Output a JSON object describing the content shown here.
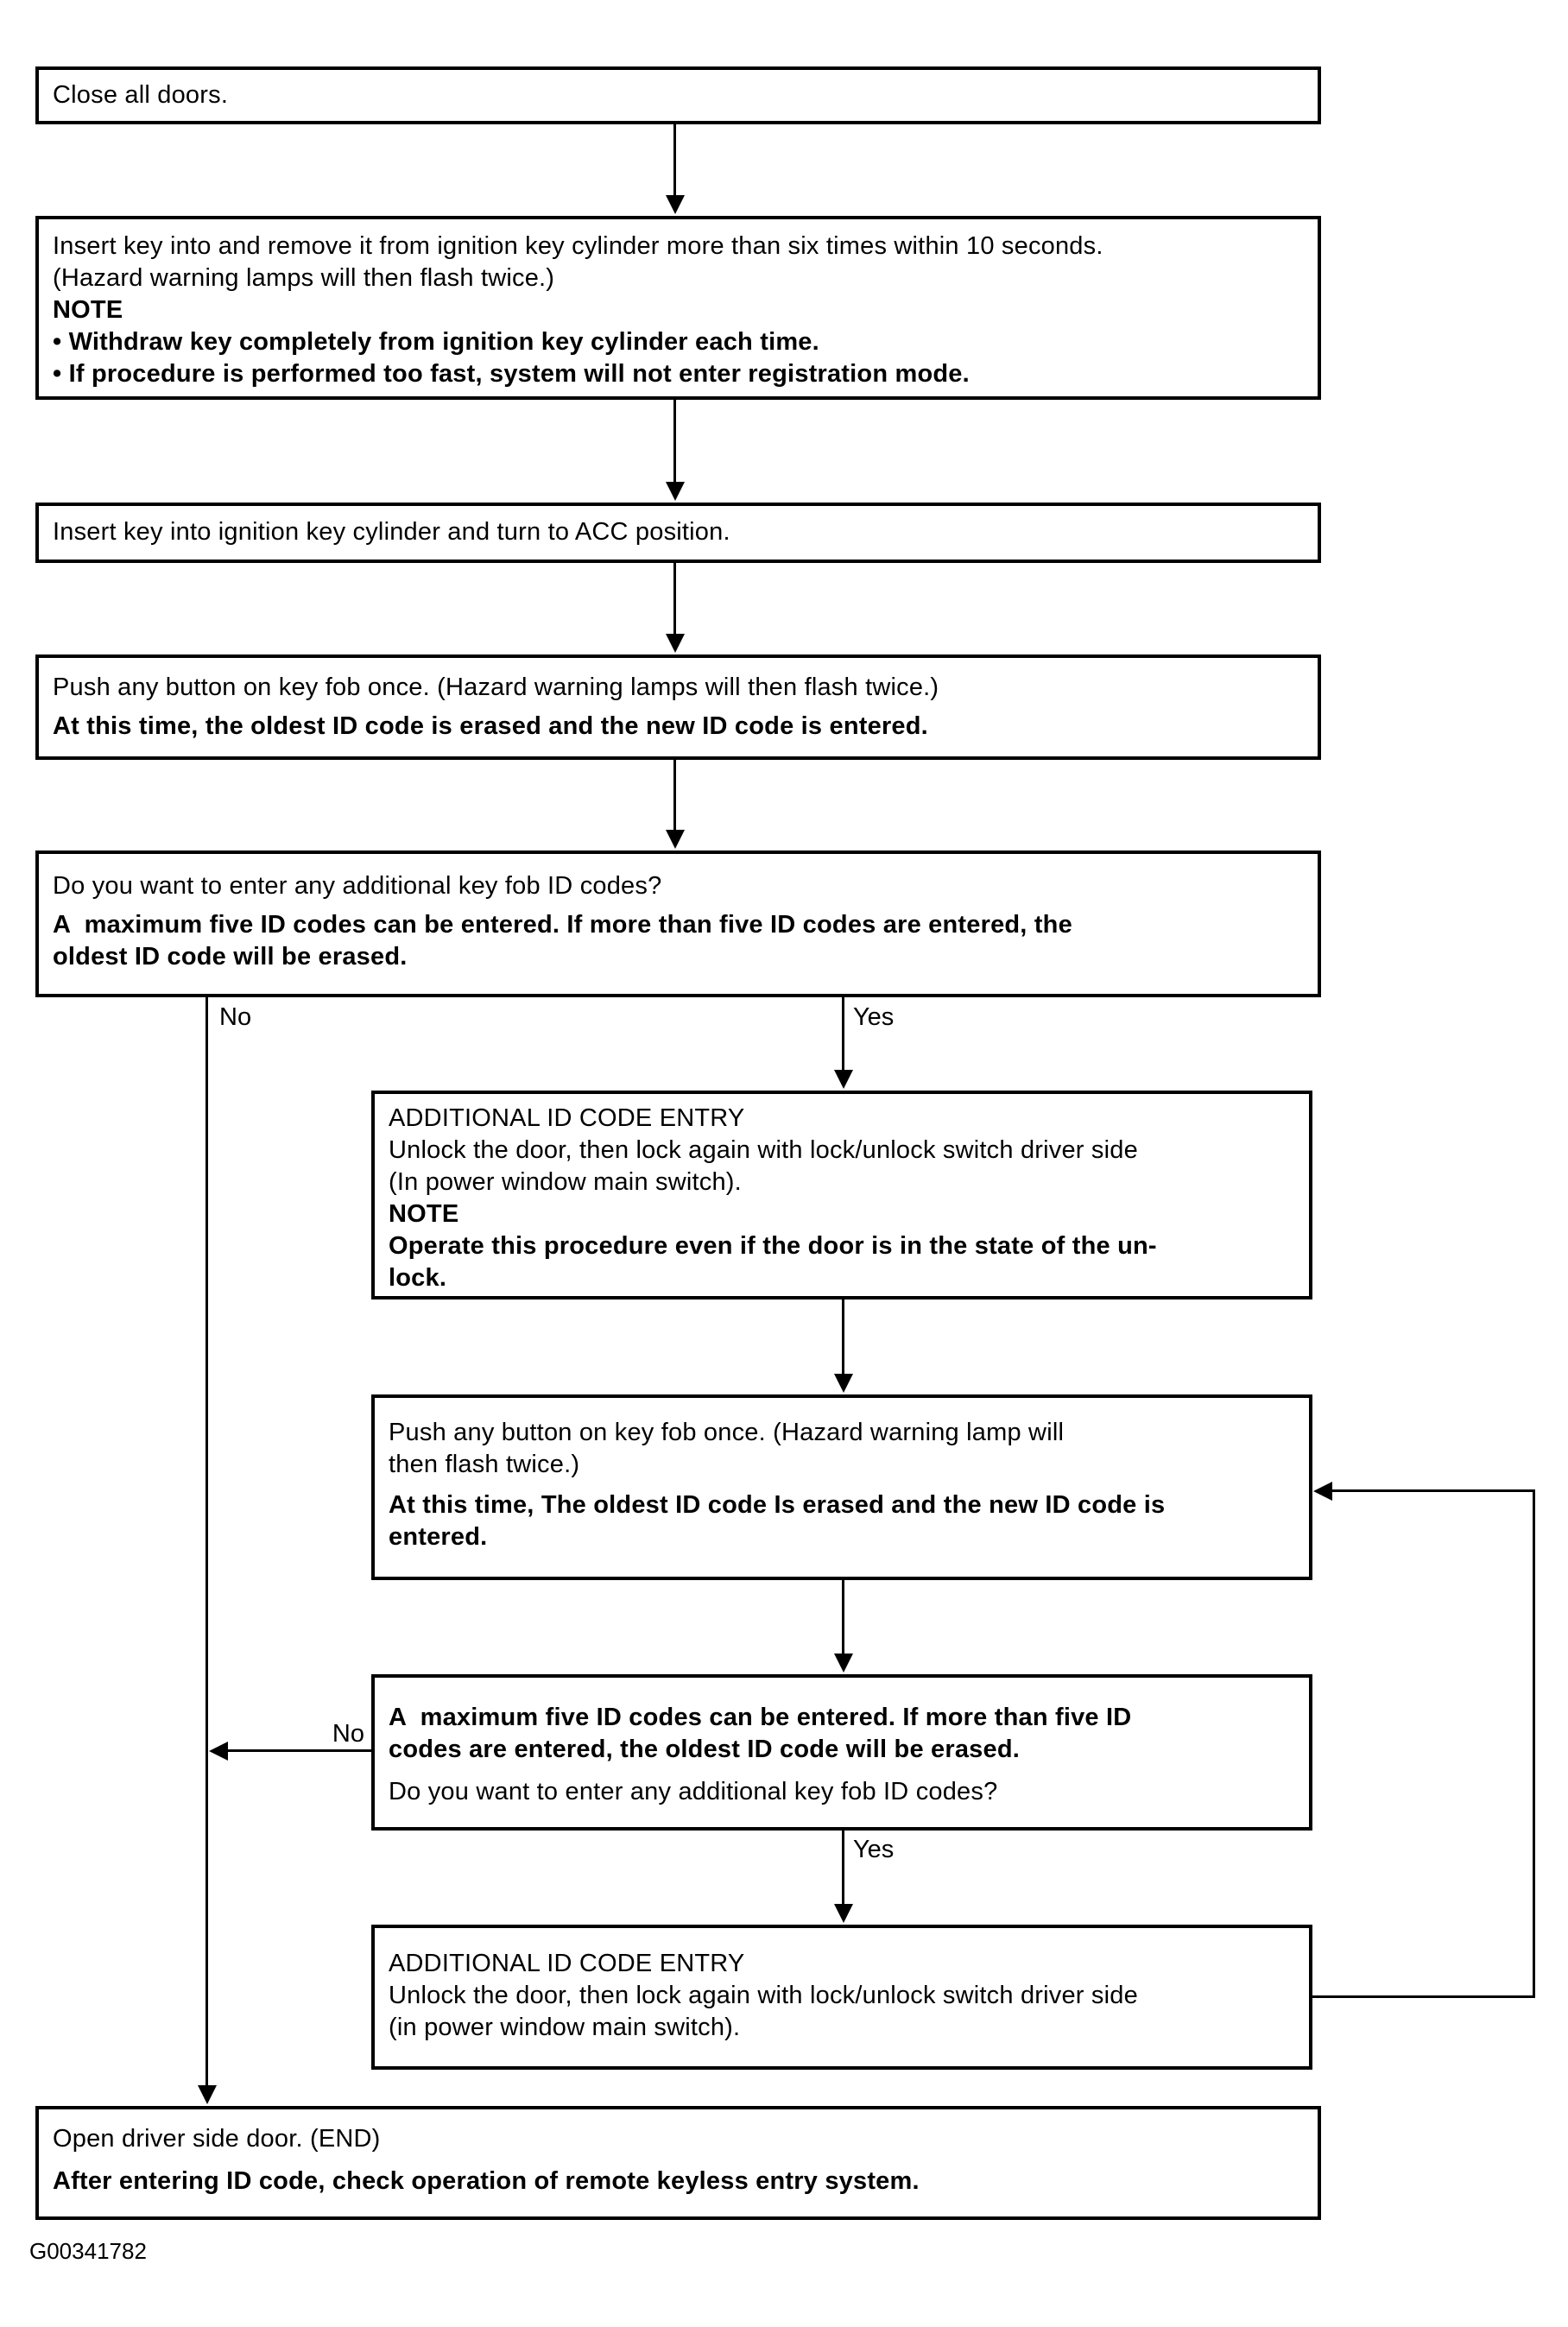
{
  "colors": {
    "ink": "#000000",
    "paper": "#ffffff"
  },
  "figure_code": "G00341782",
  "branch_labels": {
    "yes_first": "Yes",
    "no_first": "No",
    "no_second": "No",
    "yes_second": "Yes"
  },
  "boxes": {
    "close_doors": {
      "lines": [
        "Close all doors."
      ]
    },
    "insert_remove_key": {
      "lines": [
        "Insert key into and remove it from ignition key cylinder more than six times within 10 seconds.",
        "(Hazard warning lamps will then flash twice.)",
        "NOTE",
        "• Withdraw key completely from ignition key cylinder each time.",
        "• If procedure is performed too fast, system will not enter registration mode."
      ]
    },
    "turn_acc": {
      "lines": [
        "Insert key into ignition key cylinder and turn to ACC position."
      ]
    },
    "push_button_first": {
      "lines": [
        "Push any button on key fob once. (Hazard warning lamps will then flash twice.)",
        "At this time, the oldest ID code is erased and the new ID code is entered."
      ]
    },
    "decision_first": {
      "lines": [
        "Do you want to enter any additional key fob ID codes?",
        "A  maximum five ID codes can be entered. If more than five ID codes are entered, the",
        "oldest ID code will be erased."
      ]
    },
    "additional_entry_first": {
      "lines": [
        "ADDITIONAL ID CODE ENTRY",
        "Unlock the door, then lock again with lock/unlock switch driver side",
        "(In power window main switch).",
        "NOTE",
        "Operate this procedure even if the door is in the state of the un-",
        "lock."
      ]
    },
    "push_button_second": {
      "lines": [
        "Push any button on key fob once. (Hazard warning lamp will",
        "then flash twice.)",
        "At this time, The oldest ID code Is erased and the new ID code is",
        "entered."
      ]
    },
    "decision_second": {
      "lines": [
        "A  maximum five ID codes can be entered. If more than five ID",
        "codes are entered, the oldest ID code will be erased.",
        "Do you want to enter any additional key fob ID codes?"
      ]
    },
    "additional_entry_second": {
      "lines": [
        "ADDITIONAL ID CODE ENTRY",
        "Unlock the door, then lock again with lock/unlock switch driver side",
        "(in power window main switch)."
      ]
    },
    "open_door_end": {
      "lines": [
        "Open driver side door. (END)",
        "After entering ID code, check operation of remote keyless entry system."
      ]
    }
  }
}
